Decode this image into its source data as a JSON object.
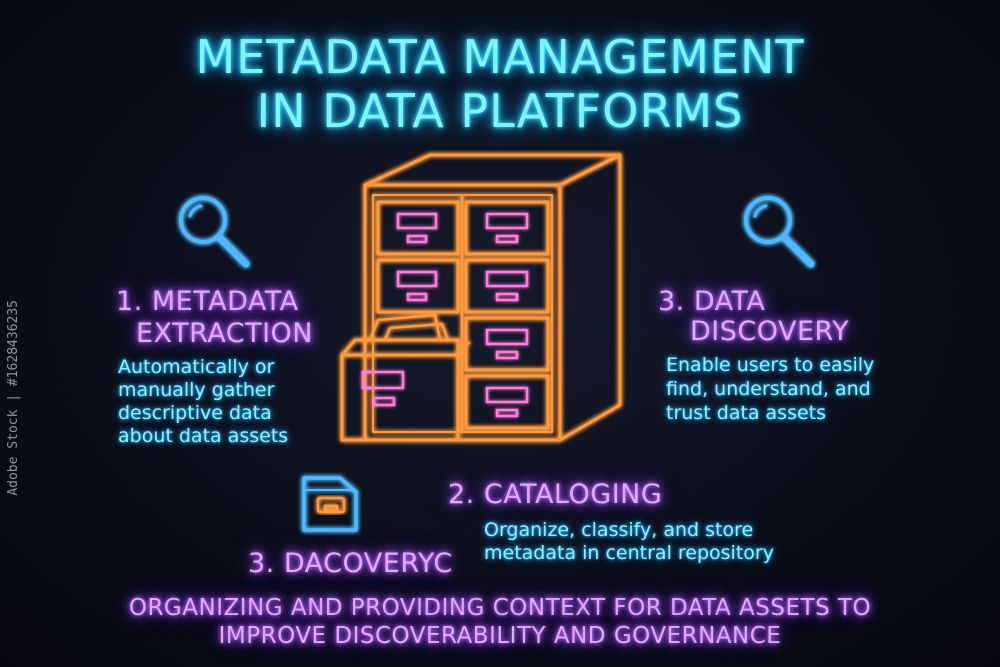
{
  "title": {
    "line1": "METADATA MANAGEMENT",
    "line2": "IN DATA PLATFORMS"
  },
  "sections": {
    "extraction": {
      "heading_line1": "1. METADATA",
      "heading_line2": "EXTRACTION",
      "desc_lines": [
        "Automatically or",
        "manually gather",
        "descriptive data",
        "about data assets"
      ]
    },
    "discovery": {
      "heading_line1": "3. DATA",
      "heading_line2": "DISCOVERY",
      "desc_lines": [
        "Enable users to easily",
        "find, understand, and",
        "trust data assets"
      ]
    },
    "cataloging": {
      "heading": "2. CATALOGING",
      "desc_lines": [
        "Organize, classify, and store",
        "metadata in central repository"
      ]
    },
    "dacovery": {
      "heading": "3. DACOVERYC"
    }
  },
  "footer": {
    "line1": "ORGANIZING AND PROVIDING CONTEXT FOR DATA ASSETS TO",
    "line2": "IMPROVE DISCOVERABILITY AND GOVERNANCE"
  },
  "watermark": "Adobe Stock | #1628436235",
  "icons": {
    "left": "magnifier-icon",
    "right": "magnifier-icon",
    "cabinet": "file-cabinet-icon",
    "folder": "folder-icon"
  },
  "colors": {
    "cyan": "#7ff4ff",
    "purple": "#e2a8ff",
    "orange": "#ff9a3c",
    "pink": "#ff7ad9"
  }
}
